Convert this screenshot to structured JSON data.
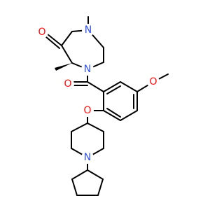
{
  "molecule": {
    "colors": {
      "bond": "#000000",
      "nitrogen": "#3050f8",
      "oxygen": "#ff0d0d",
      "background": "#ffffff"
    },
    "atoms": [
      {
        "id": "o-ketone",
        "label": "O",
        "element": "oxygen"
      },
      {
        "id": "n-top",
        "label": "N",
        "element": "nitrogen"
      },
      {
        "id": "n-ring",
        "label": "N",
        "element": "nitrogen"
      },
      {
        "id": "o-amide",
        "label": "O",
        "element": "oxygen"
      },
      {
        "id": "o-methoxy",
        "label": "O",
        "element": "oxygen"
      },
      {
        "id": "o-ether",
        "label": "O",
        "element": "oxygen"
      },
      {
        "id": "n-piperidine",
        "label": "N",
        "element": "nitrogen"
      }
    ]
  }
}
